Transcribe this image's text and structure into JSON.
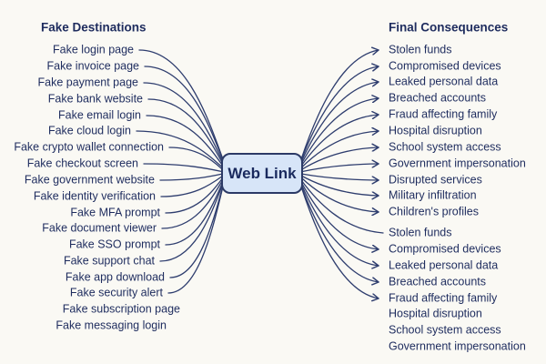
{
  "diagram": {
    "center_label": "Web Link",
    "left": {
      "title": "Fake Destinations",
      "items": [
        {
          "label": "Fake login page",
          "connected": true
        },
        {
          "label": "Fake invoice page",
          "connected": true
        },
        {
          "label": "Fake payment page",
          "connected": true
        },
        {
          "label": "Fake bank website",
          "connected": true
        },
        {
          "label": "Fake email login",
          "connected": true
        },
        {
          "label": "Fake cloud login",
          "connected": true
        },
        {
          "label": "Fake crypto wallet connection",
          "connected": true
        },
        {
          "label": "Fake checkout screen",
          "connected": true
        },
        {
          "label": "Fake government website",
          "connected": true
        },
        {
          "label": "Fake identity verification",
          "connected": true
        },
        {
          "label": "Fake MFA prompt",
          "connected": true
        },
        {
          "label": "Fake document viewer",
          "connected": true
        },
        {
          "label": "Fake SSO prompt",
          "connected": true
        },
        {
          "label": "Fake support chat",
          "connected": true
        },
        {
          "label": "Fake app download",
          "connected": true
        },
        {
          "label": "Fake security alert",
          "connected": true
        },
        {
          "label": "Fake subscription page",
          "connected": false
        },
        {
          "label": "Fake messaging login",
          "connected": false
        }
      ]
    },
    "right": {
      "title": "Final Consequences",
      "items": [
        {
          "label": "Stolen funds",
          "connector": "arrow"
        },
        {
          "label": "Compromised devices",
          "connector": "arrow"
        },
        {
          "label": "Leaked personal data",
          "connector": "arrow"
        },
        {
          "label": "Breached accounts",
          "connector": "arrow"
        },
        {
          "label": "Fraud affecting family",
          "connector": "arrow"
        },
        {
          "label": "Hospital disruption",
          "connector": "arrow"
        },
        {
          "label": "School system access",
          "connector": "arrow"
        },
        {
          "label": "Government impersonation",
          "connector": "arrow"
        },
        {
          "label": "Disrupted services",
          "connector": "arrow"
        },
        {
          "label": "Military infiltration",
          "connector": "arrow"
        },
        {
          "label": "Children's profiles",
          "connector": "arrow"
        },
        {
          "label": "Stolen funds",
          "connector": "line"
        },
        {
          "label": "Compromised devices",
          "connector": "arrow"
        },
        {
          "label": "Leaked personal data",
          "connector": "arrow"
        },
        {
          "label": "Breached accounts",
          "connector": "arrow"
        },
        {
          "label": "Fraud affecting family",
          "connector": "arrow"
        },
        {
          "label": "Hospital disruption",
          "connector": "none"
        },
        {
          "label": "School system access",
          "connector": "none"
        },
        {
          "label": "Government impersonation",
          "connector": "none"
        }
      ]
    },
    "colors": {
      "background": "#faf9f4",
      "ink": "#1e2c5e",
      "connector": "#2e3d6e",
      "node_fill": "#d7e5f8",
      "node_border": "#2c3a66"
    }
  }
}
